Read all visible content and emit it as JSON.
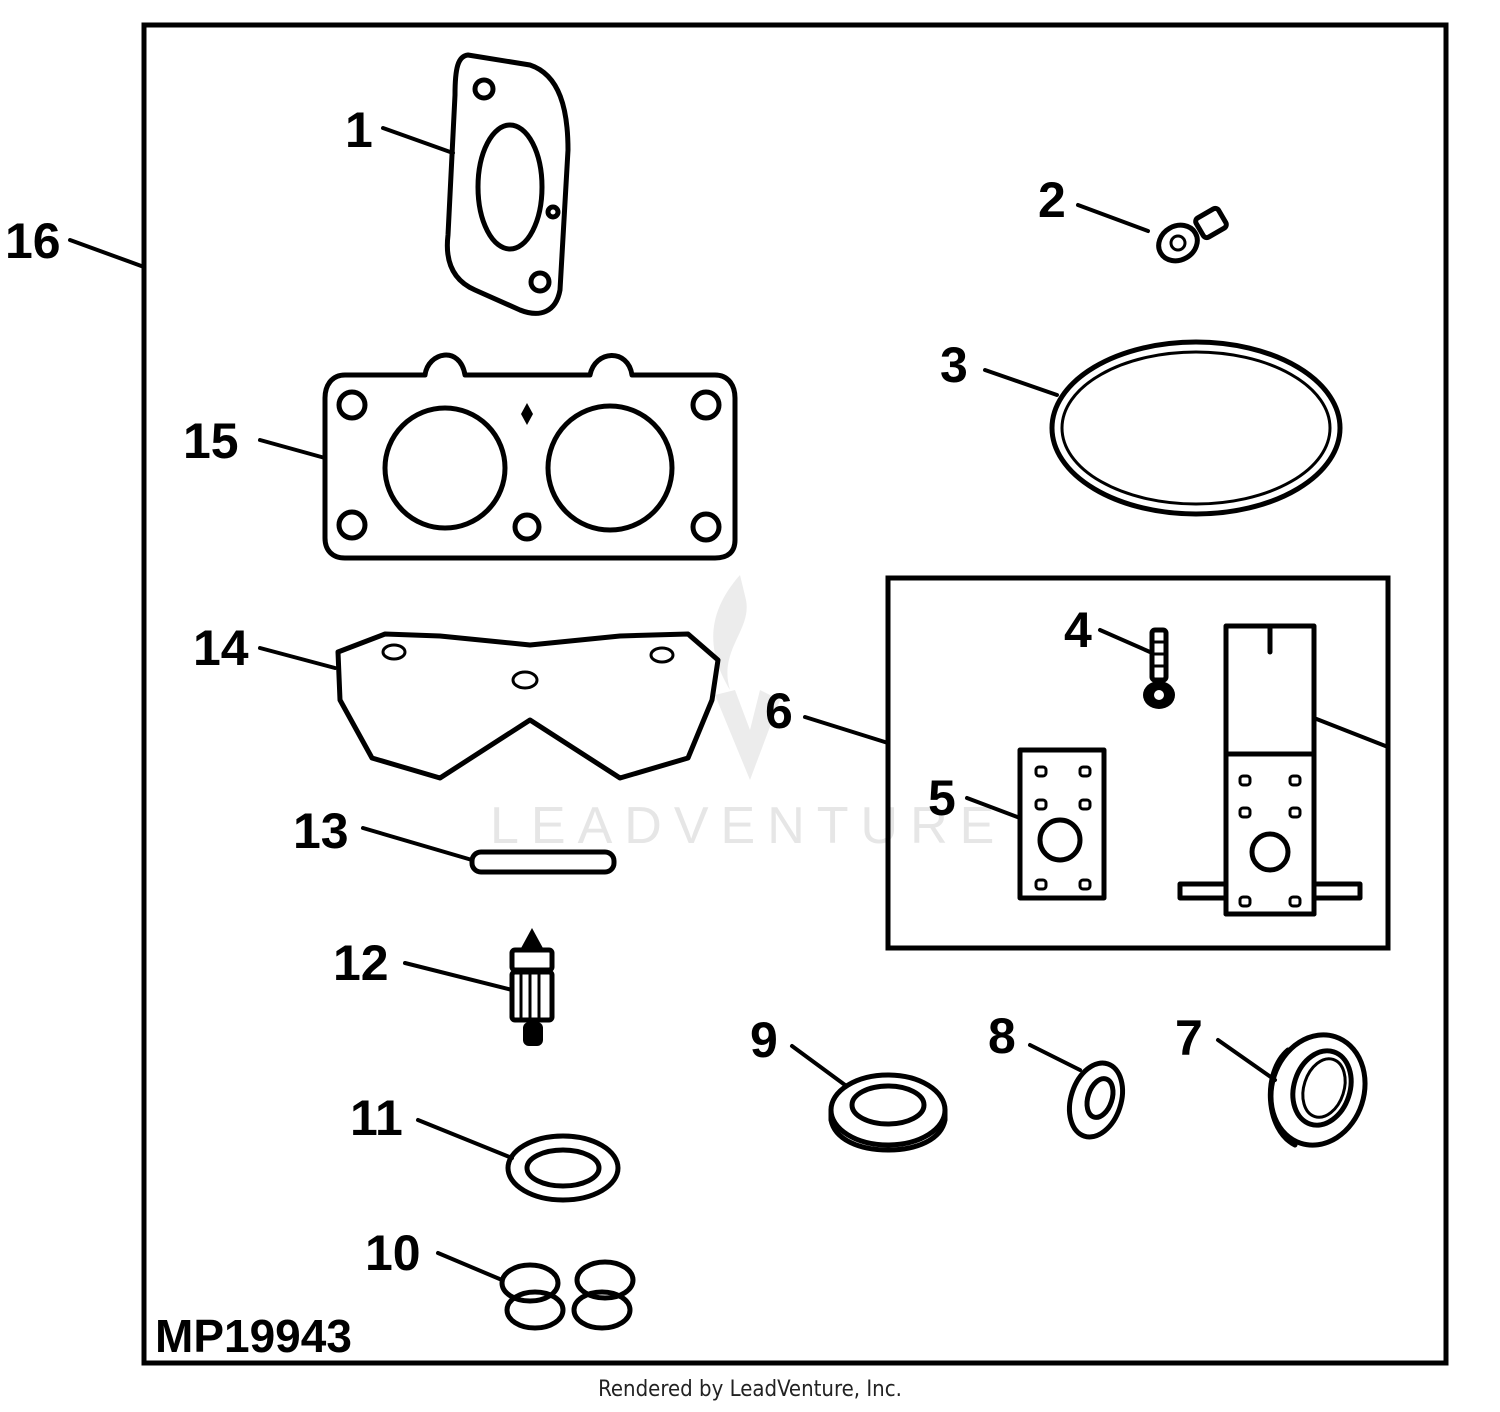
{
  "figure_id": "MP19943",
  "footer": "Rendered by LeadVenture, Inc.",
  "watermark": "LEADVENTURE",
  "callouts": [
    "1",
    "2",
    "3",
    "4",
    "5",
    "6",
    "7",
    "8",
    "9",
    "10",
    "11",
    "12",
    "13",
    "14",
    "15",
    "16"
  ],
  "parts": [
    {
      "callout": "1",
      "icon": "cover-gasket-icon"
    },
    {
      "callout": "2",
      "icon": "screw-icon"
    },
    {
      "callout": "3",
      "icon": "o-ring-icon"
    },
    {
      "callout": "4",
      "icon": "screw-icon"
    },
    {
      "callout": "5",
      "icon": "plate-icon"
    },
    {
      "callout": "6",
      "icon": "float-kit-icon"
    },
    {
      "callout": "7",
      "icon": "seal-icon"
    },
    {
      "callout": "8",
      "icon": "washer-icon"
    },
    {
      "callout": "9",
      "icon": "grommet-icon"
    },
    {
      "callout": "10",
      "icon": "seal-set-icon"
    },
    {
      "callout": "11",
      "icon": "gasket-ring-icon"
    },
    {
      "callout": "12",
      "icon": "needle-valve-icon"
    },
    {
      "callout": "13",
      "icon": "pin-icon"
    },
    {
      "callout": "14",
      "icon": "bowl-gasket-icon"
    },
    {
      "callout": "15",
      "icon": "flange-gasket-icon"
    },
    {
      "callout": "16",
      "icon": "kit-frame-icon"
    }
  ]
}
